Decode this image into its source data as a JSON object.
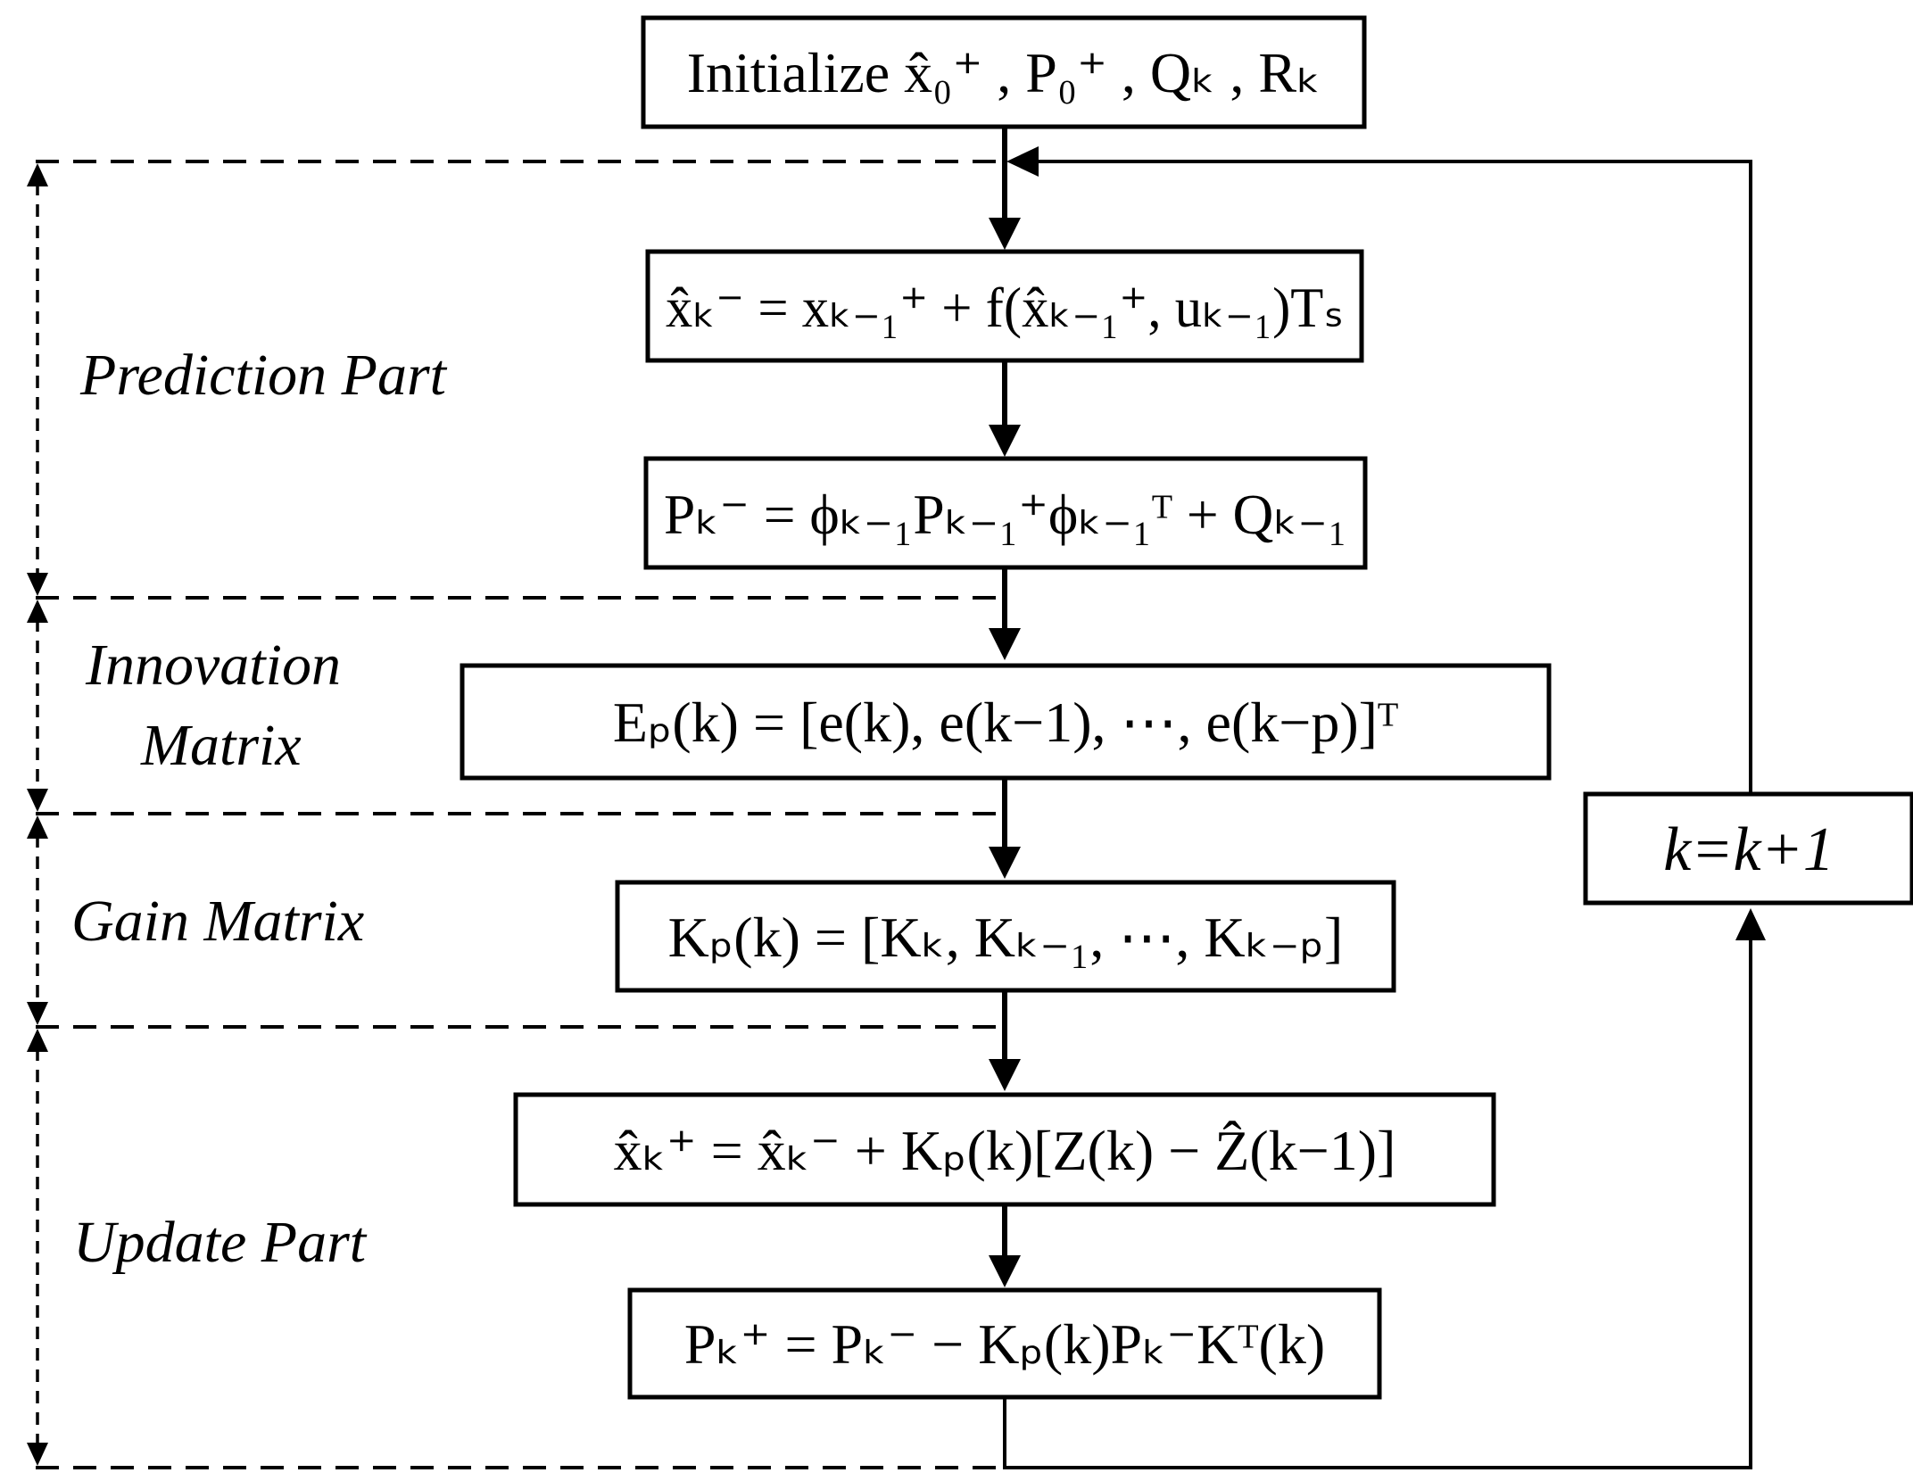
{
  "phases": {
    "prediction": "Prediction Part",
    "innovation_line1": "Innovation",
    "innovation_line2": "Matrix",
    "gain": "Gain Matrix",
    "update": "Update Part"
  },
  "boxes": {
    "initialize": "Initialize x̂₀⁺ , P₀⁺ , Qₖ , Rₖ",
    "state_prediction": "x̂ₖ⁻ = xₖ₋₁⁺ + f(x̂ₖ₋₁⁺, uₖ₋₁)Tₛ",
    "covariance_prediction": "Pₖ⁻ = ϕₖ₋₁Pₖ₋₁⁺ϕₖ₋₁ᵀ + Qₖ₋₁",
    "innovation_matrix": "Eₚ(k) = [e(k), e(k−1), ⋯, e(k−p)]ᵀ",
    "gain_matrix": "Kₚ(k) = [Kₖ, Kₖ₋₁, ⋯, Kₖ₋ₚ]",
    "state_update": "x̂ₖ⁺ = x̂ₖ⁻ + Kₚ(k)[Z(k) − Ẑ(k−1)]",
    "covariance_update": "Pₖ⁺ = Pₖ⁻ − Kₚ(k)Pₖ⁻Kᵀ(k)",
    "counter": "k=k+1"
  }
}
